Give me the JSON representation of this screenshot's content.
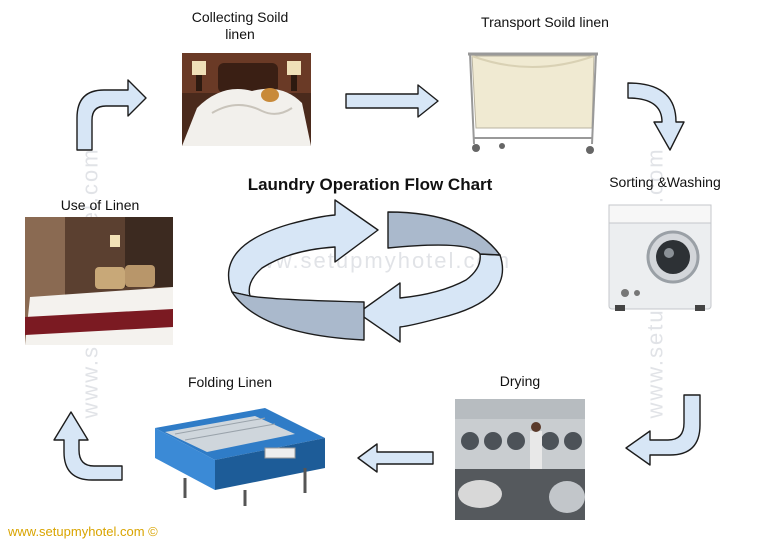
{
  "title": "Laundry Operation Flow Chart",
  "steps": [
    {
      "label_line1": "Collecting Soild",
      "label_line2": "linen"
    },
    {
      "label": "Transport Soild linen"
    },
    {
      "label": "Sorting &Washing"
    },
    {
      "label": "Drying"
    },
    {
      "label": "Folding Linen"
    },
    {
      "label": "Use of Linen"
    }
  ],
  "watermark": "www.setupmyhotel.com",
  "footer": "www.setupmyhotel.com ©",
  "colors": {
    "arrow_fill": "#d7e6f6",
    "arrow_stroke": "#1c1c1c",
    "cycle_dark": "#aab9cc",
    "footer": "#d9a400"
  }
}
